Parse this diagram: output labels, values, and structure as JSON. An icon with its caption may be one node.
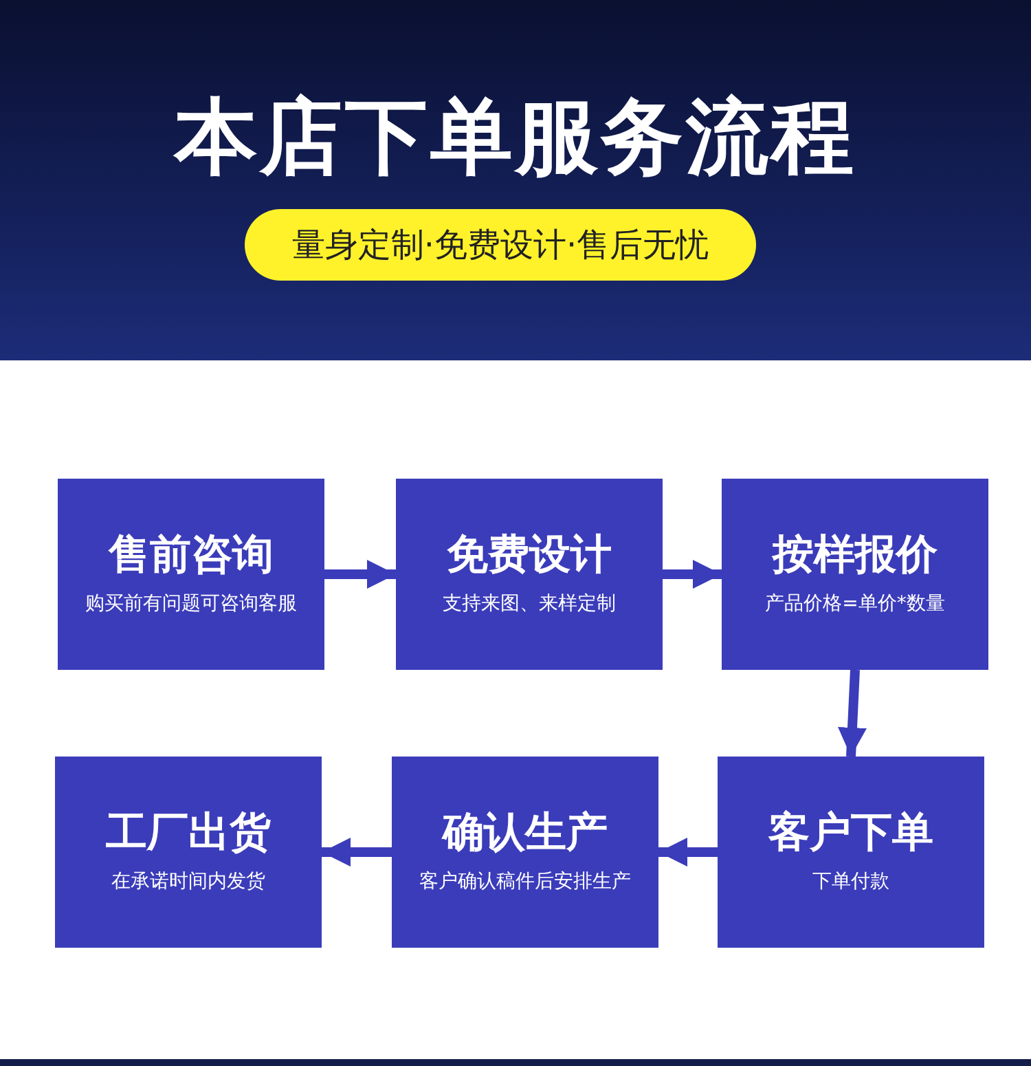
{
  "diagram": {
    "title": "本店下单服务流程",
    "nodes": [
      {
        "text": [
          "售前咨询",
          "购买前有问题可咨询客服"
        ]
      },
      {
        "text": [
          "免费设计",
          "支持来图、来样定制"
        ]
      },
      {
        "text": [
          "按样报价",
          "产品价格=单价*数量"
        ]
      },
      {
        "text": [
          "工厂出货",
          "在承诺时间内发货"
        ]
      },
      {
        "text": [
          "确认生产",
          "客户确认稿件后安排生产"
        ]
      },
      {
        "text": [
          "客户下单",
          "下单付款"
        ]
      }
    ],
    "edges": [
      {
        "from": 0,
        "to": 1,
        "arrow": "to"
      },
      {
        "from": 1,
        "to": 2,
        "arrow": "to"
      },
      {
        "from": 2,
        "to": 5,
        "arrow": "to"
      },
      {
        "from": 5,
        "to": 4,
        "arrow": "to"
      },
      {
        "from": 4,
        "to": 3,
        "arrow": "to"
      }
    ],
    "labels": [
      "量身定制·免费设计·售后无忧"
    ]
  }
}
